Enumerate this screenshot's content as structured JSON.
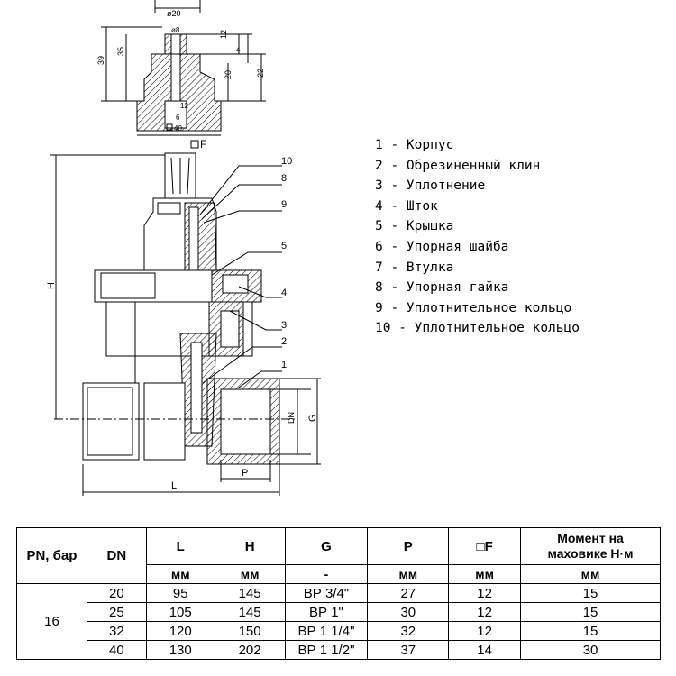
{
  "drawing": {
    "dim_labels": {
      "d20": "ø20",
      "d8": "ø8",
      "h39": "39",
      "h35": "35",
      "h12a": "12",
      "h4": "4",
      "h20": "20",
      "h22": "22",
      "h12b": "12",
      "h6": "6",
      "d40": "40",
      "sqF": "F",
      "H": "H",
      "L": "L",
      "P": "P",
      "DN": "DN",
      "G": "G"
    },
    "callouts": [
      "10",
      "8",
      "9",
      "5",
      "4",
      "3",
      "2",
      "1"
    ]
  },
  "legend": [
    "1 - Корпус",
    "2 - Обрезиненный клин",
    "3 - Уплотнение",
    "4 - Шток",
    "5 - Крышка",
    "6 - Упорная шайба",
    "7 - Втулка",
    "8 - Упорная гайка",
    "9 - Уплотнительное кольцо",
    "10 - Уплотнительное кольцо"
  ],
  "table": {
    "headers": {
      "pn": "PN, бар",
      "dn": "DN",
      "l": "L",
      "h": "H",
      "g": "G",
      "p": "P",
      "f": "□F",
      "moment": "Момент на маховике Н·м"
    },
    "units": {
      "l": "мм",
      "h": "мм",
      "g": "-",
      "p": "мм",
      "f": "мм",
      "moment": "мм"
    },
    "pn_value": "16",
    "rows": [
      {
        "dn": "20",
        "l": "95",
        "h": "145",
        "g": "ВР 3/4\"",
        "p": "27",
        "f": "12",
        "m": "15"
      },
      {
        "dn": "25",
        "l": "105",
        "h": "145",
        "g": "ВР 1\"",
        "p": "30",
        "f": "12",
        "m": "15"
      },
      {
        "dn": "32",
        "l": "120",
        "h": "150",
        "g": "ВР 1 1/4\"",
        "p": "32",
        "f": "12",
        "m": "15"
      },
      {
        "dn": "40",
        "l": "130",
        "h": "202",
        "g": "ВР 1 1/2\"",
        "p": "37",
        "f": "14",
        "m": "30"
      }
    ]
  }
}
